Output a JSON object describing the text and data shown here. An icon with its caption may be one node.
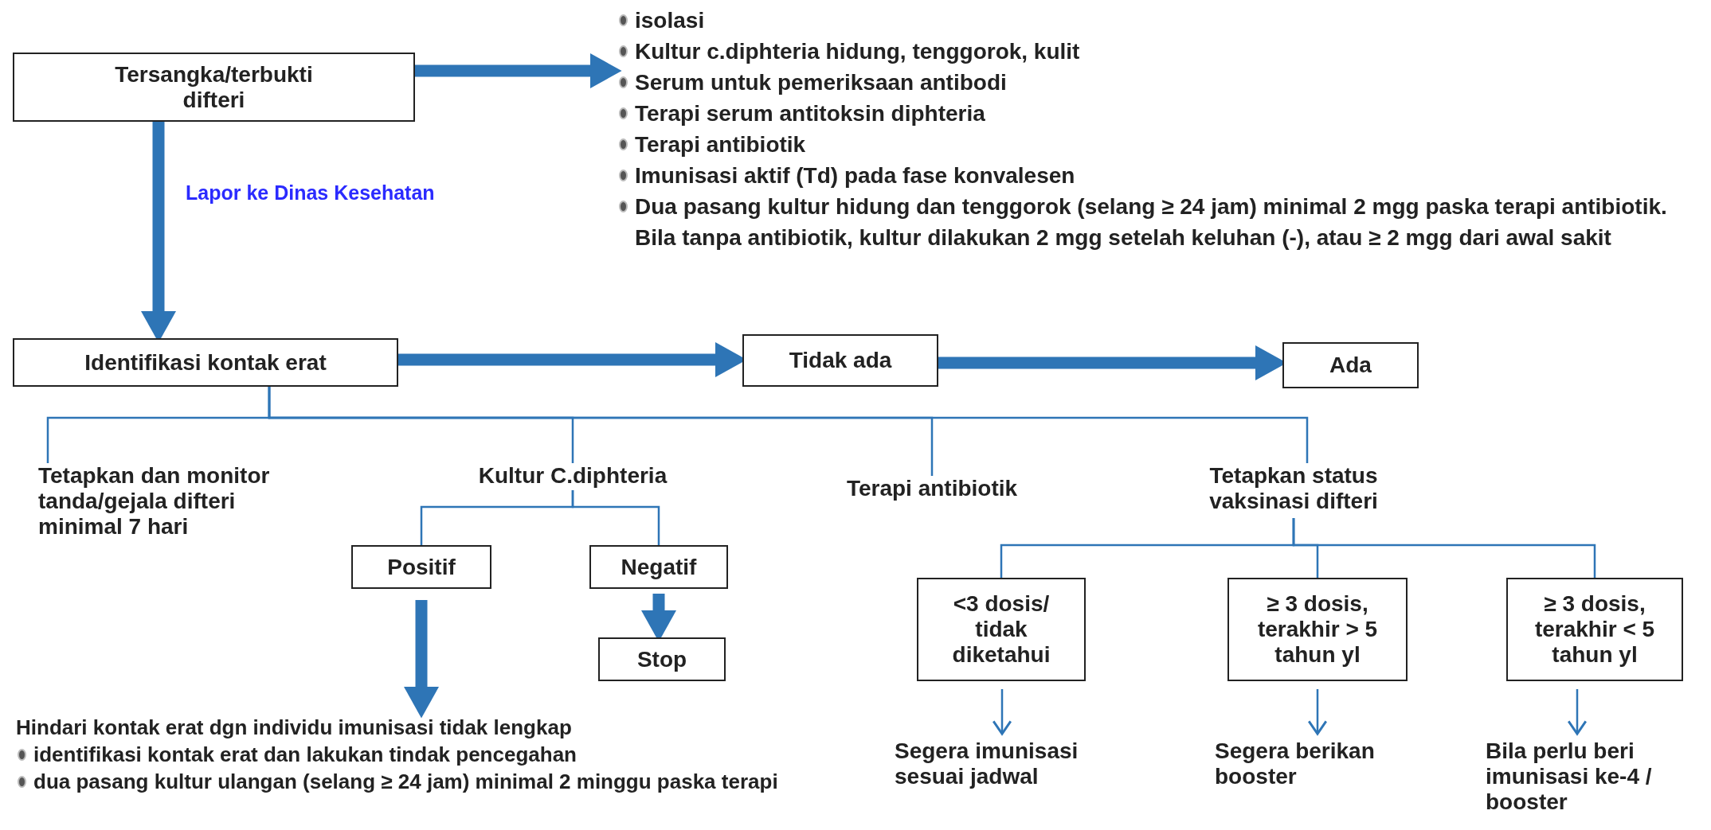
{
  "diagram": {
    "nodes": [
      {
        "text": [
          "Tersangka/terbukti difteri"
        ]
      },
      {
        "text": [
          "isolasi",
          "Kultur c.diphteria hidung, tenggorok, kulit",
          "Serum untuk pemeriksaan antibodi",
          "Terapi serum antitoksin diphteria",
          "Terapi antibiotik",
          "Imunisasi aktif (Td) pada fase konvalesen",
          "Dua pasang kultur hidung dan tenggorok (selang ≥ 24 jam) minimal 2 mgg paska terapi antibiotik. Bila tanpa antibiotik, kultur dilakukan 2 mgg setelah keluhan (-), atau ≥ 2 mgg dari awal sakit"
        ]
      },
      {
        "text": [
          "Identifikasi kontak erat"
        ]
      },
      {
        "text": [
          "Tidak ada"
        ]
      },
      {
        "text": [
          "Ada"
        ]
      },
      {
        "text": [
          "Tetapkan dan monitor tanda/gejala difteri minimal 7 hari"
        ]
      },
      {
        "text": [
          "Kultur C.diphteria"
        ]
      },
      {
        "text": [
          "Terapi antibiotik"
        ]
      },
      {
        "text": [
          "Tetapkan status vaksinasi difteri"
        ]
      },
      {
        "text": [
          "Positif"
        ]
      },
      {
        "text": [
          "Negatif"
        ]
      },
      {
        "text": [
          "Stop"
        ]
      },
      {
        "text": [
          "Hindari kontak erat dgn individu imunisasi tidak lengkap",
          "identifikasi kontak erat dan lakukan tindak pencegahan",
          "dua pasang kultur ulangan (selang ≥ 24 jam) minimal 2 minggu paska terapi"
        ]
      },
      {
        "text": [
          "<3 dosis/ tidak diketahui"
        ]
      },
      {
        "text": [
          "≥ 3 dosis, terakhir > 5 tahun yl"
        ]
      },
      {
        "text": [
          "≥ 3 dosis, terakhir < 5 tahun yl"
        ]
      },
      {
        "text": [
          "Segera imunisasi sesuai jadwal"
        ]
      },
      {
        "text": [
          "Segera berikan booster"
        ]
      },
      {
        "text": [
          "Bila perlu beri imunisasi ke-4 / booster"
        ]
      }
    ],
    "edges": [
      {
        "from": 0,
        "to": 1,
        "arrow": "to",
        "style": "thick"
      },
      {
        "from": 0,
        "to": 2,
        "arrow": "to",
        "style": "thick",
        "label": "Lapor ke Dinas Kesehatan"
      },
      {
        "from": 2,
        "to": 3,
        "arrow": "to",
        "style": "thick"
      },
      {
        "from": 3,
        "to": 4,
        "arrow": "to",
        "style": "thick"
      },
      {
        "from": 2,
        "to": 5,
        "arrow": "none"
      },
      {
        "from": 2,
        "to": 6,
        "arrow": "none"
      },
      {
        "from": 2,
        "to": 7,
        "arrow": "none"
      },
      {
        "from": 2,
        "to": 8,
        "arrow": "none"
      },
      {
        "from": 6,
        "to": 9,
        "arrow": "none"
      },
      {
        "from": 6,
        "to": 10,
        "arrow": "none"
      },
      {
        "from": 8,
        "to": 13,
        "arrow": "none"
      },
      {
        "from": 8,
        "to": 14,
        "arrow": "none"
      },
      {
        "from": 8,
        "to": 15,
        "arrow": "none"
      },
      {
        "from": 9,
        "to": 12,
        "arrow": "to",
        "style": "thick"
      },
      {
        "from": 10,
        "to": 11,
        "arrow": "to",
        "style": "thick"
      },
      {
        "from": 13,
        "to": 16,
        "arrow": "to"
      },
      {
        "from": 14,
        "to": 17,
        "arrow": "to"
      },
      {
        "from": 15,
        "to": 18,
        "arrow": "to"
      }
    ]
  }
}
